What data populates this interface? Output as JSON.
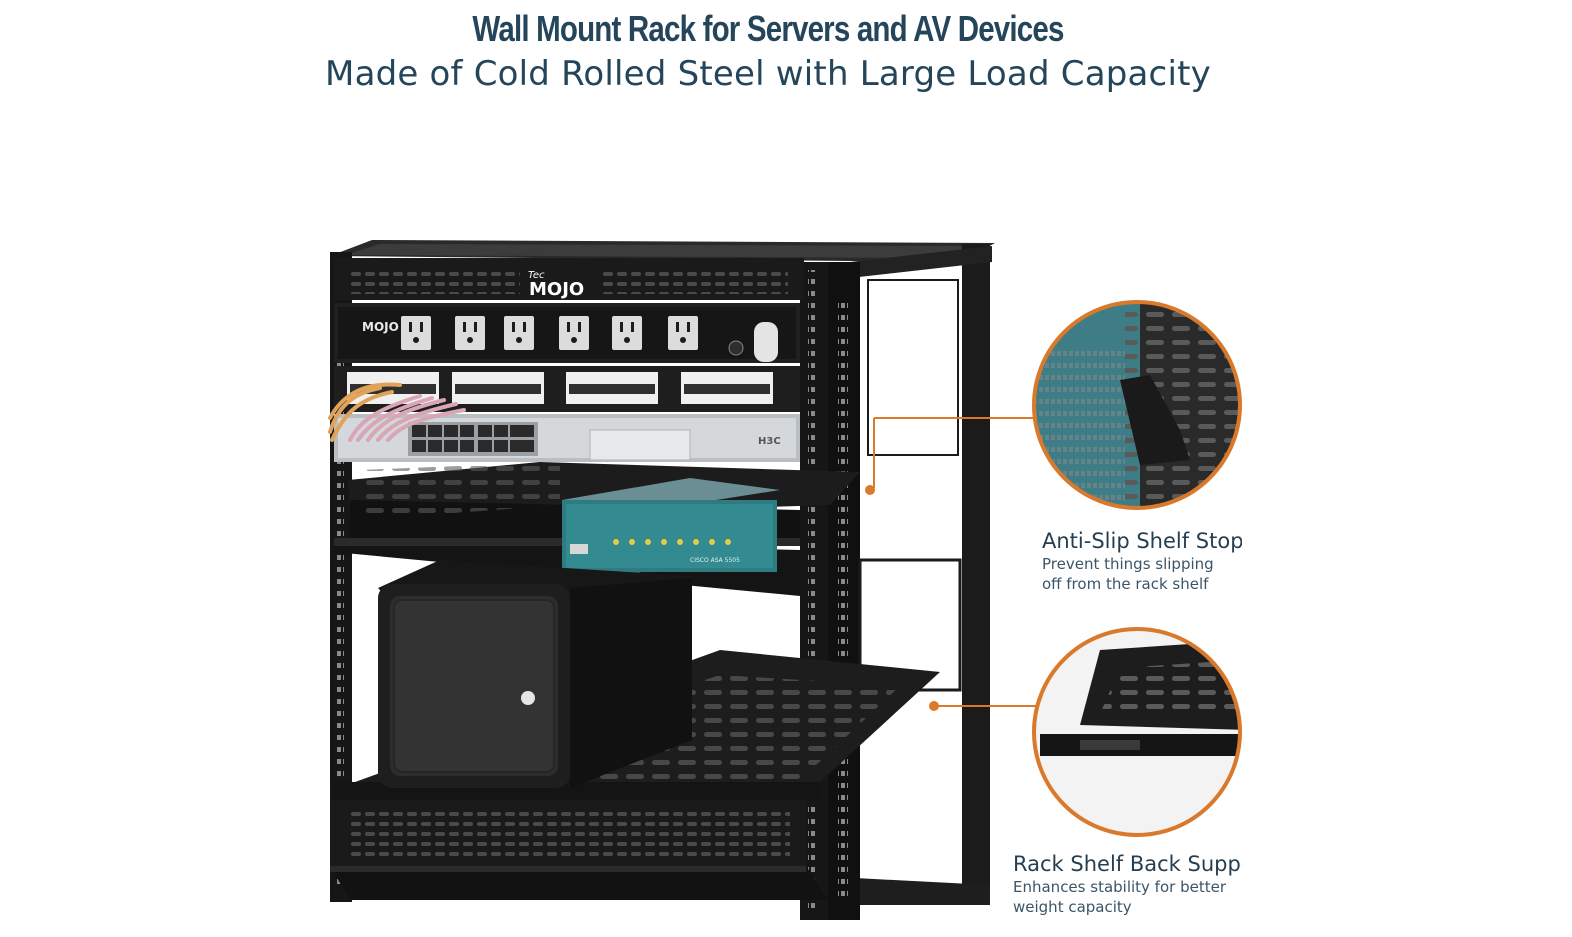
{
  "header": {
    "title": "Wall Mount Rack for Servers and AV Devices",
    "subtitle": "Made of Cold Rolled Steel with Large Load Capacity"
  },
  "brand": {
    "rack_logo_small": "Tec",
    "rack_logo": "MOJO",
    "pdu_logo": "MOJO",
    "switch_brand": "H3C",
    "firewall_brand": "CISCO ASA 5505"
  },
  "callouts": [
    {
      "title": "Anti-Slip Shelf Stop",
      "desc_line1": "Prevent things slipping",
      "desc_line2": "off from the rack shelf"
    },
    {
      "title": "Rack Shelf Back Support",
      "desc_line1": "Enhances stability for better",
      "desc_line2": "weight capacity"
    }
  ],
  "colors": {
    "heading": "#24455a",
    "accent_orange": "#d9792b",
    "rack_black": "#1b1b1b",
    "firewall_teal": "#2f7f86"
  }
}
